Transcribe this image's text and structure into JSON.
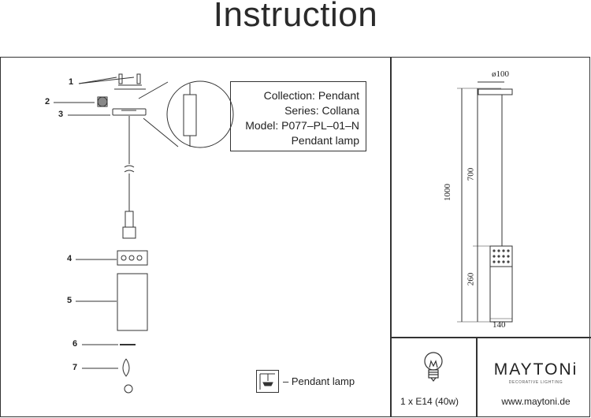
{
  "header": {
    "title": "Instruction"
  },
  "info": {
    "collection": "Collection: Pendant",
    "series": "Series: Collana",
    "model": "Model: P077–PL–01–N",
    "type": "Pendant lamp"
  },
  "callouts": [
    "1",
    "2",
    "3",
    "4",
    "5",
    "6",
    "7"
  ],
  "legend": {
    "label": "– Pendant lamp"
  },
  "dimensions": {
    "canopy_diameter": "ø100",
    "total_height": "1000",
    "cable_length": "700",
    "shade_height": "260",
    "shade_width": "140"
  },
  "bulb": {
    "spec": "1 x E14 (40w)"
  },
  "brand": {
    "name": "MAYTONi",
    "tagline": "DECORATIVE LIGHTING",
    "url": "www.maytoni.de"
  }
}
